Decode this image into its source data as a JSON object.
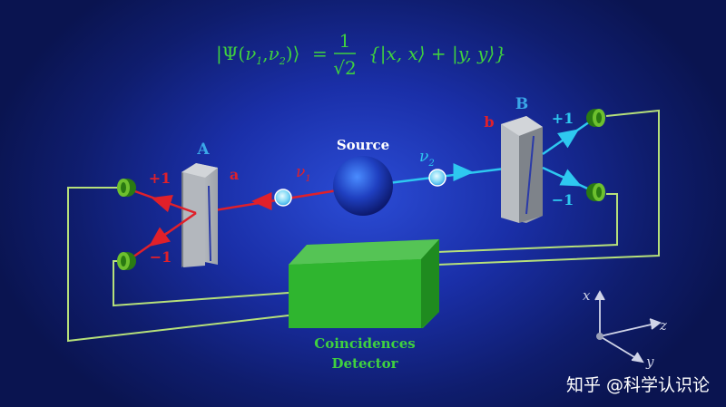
{
  "formula": {
    "lhs_open": "|Ψ(",
    "nu1": "ν",
    "sub1": "1",
    "comma": ",",
    "nu2": "ν",
    "sub2": "2",
    "lhs_close": ")⟩",
    "equals": "=",
    "numerator": "1",
    "denominator": "√2",
    "rhs": "{|x, x⟩ + |y, y⟩}"
  },
  "labels": {
    "source": "Source",
    "station_a": "A",
    "station_b": "B",
    "port_a": "a",
    "port_b": "b",
    "a_plus": "+1",
    "a_minus": "−1",
    "b_plus": "+1",
    "b_minus": "−1",
    "photon1_symbol": "ν",
    "photon1_sub": "1",
    "photon2_symbol": "ν",
    "photon2_sub": "2",
    "detector_line1": "Coincidences",
    "detector_line2": "Detector"
  },
  "axes": {
    "x": "x",
    "z": "z",
    "y": "y"
  },
  "watermark": "知乎 @科学认识论",
  "colors": {
    "formula": "#3fd13f",
    "photon1": "#e0202a",
    "photon2": "#2ec8f0",
    "detector": "#2fb52f",
    "wire": "#b6e07a",
    "station_label": "#3aa7e8"
  }
}
